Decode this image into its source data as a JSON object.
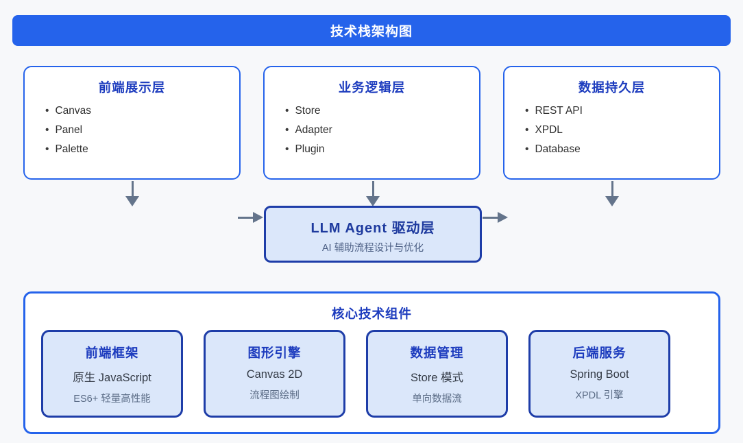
{
  "banner": {
    "title": "技术栈架构图"
  },
  "colors": {
    "primary_blue": "#2563eb",
    "title_blue": "#1d3cbe",
    "dark_border_blue": "#1e3da8",
    "light_blue_fill": "#dbe7fa",
    "arrow_gray": "#64748b"
  },
  "layers": [
    {
      "title": "前端展示层",
      "items": [
        "Canvas",
        "Panel",
        "Palette"
      ]
    },
    {
      "title": "业务逻辑层",
      "items": [
        "Store",
        "Adapter",
        "Plugin"
      ]
    },
    {
      "title": "数据持久层",
      "items": [
        "REST API",
        "XPDL",
        "Database"
      ]
    }
  ],
  "agent_layer": {
    "title": "LLM Agent 驱动层",
    "subtitle": "AI 辅助流程设计与优化"
  },
  "components_section": {
    "title": "核心技术组件",
    "cards": [
      {
        "title": "前端框架",
        "line1": "原生 JavaScript",
        "line2": "ES6+ 轻量高性能"
      },
      {
        "title": "图形引擎",
        "line1": "Canvas 2D",
        "line2": "流程图绘制"
      },
      {
        "title": "数据管理",
        "line1": "Store 模式",
        "line2": "单向数据流"
      },
      {
        "title": "后端服务",
        "line1": "Spring Boot",
        "line2": "XPDL 引擎"
      }
    ]
  }
}
